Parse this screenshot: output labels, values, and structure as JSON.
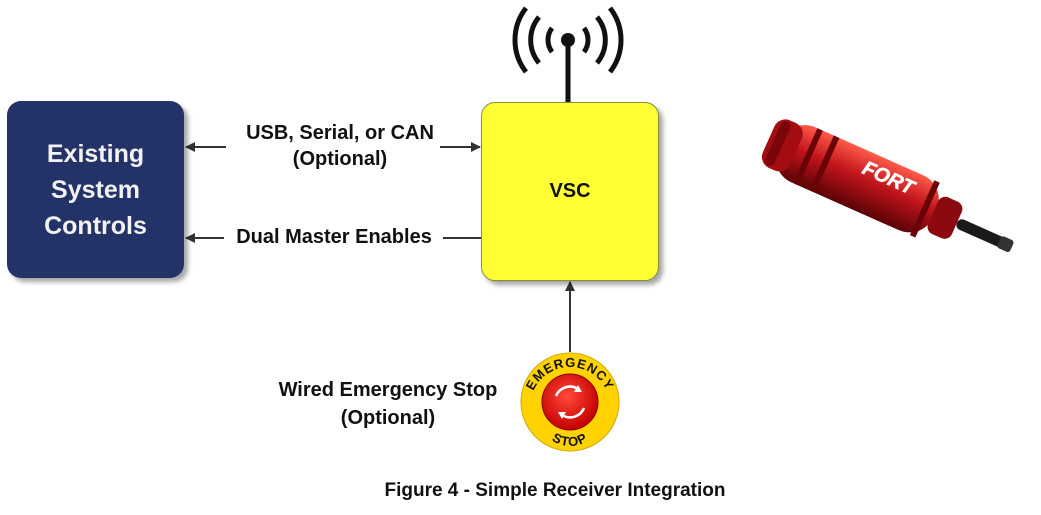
{
  "diagram": {
    "existing_box": {
      "label": "Existing\nSystem\nControls",
      "color": "#233368"
    },
    "vsc_box": {
      "label": "VSC",
      "color": "#ffff33"
    },
    "link_usb": {
      "line1": "USB, Serial, or CAN",
      "line2": "(Optional)"
    },
    "link_enables": {
      "label": "Dual Master Enables"
    },
    "estop": {
      "line1": "Wired Emergency Stop",
      "line2": "(Optional)",
      "ring_text_top": "EMERGENCY",
      "ring_text_bottom": "STOP"
    },
    "device": {
      "brand": "FORT",
      "color": "#c0141b"
    },
    "icons": [
      "wireless-antenna-icon",
      "emergency-stop-button-icon",
      "handheld-transmitter-image"
    ]
  },
  "caption": "Figure 4 - Simple Receiver Integration"
}
